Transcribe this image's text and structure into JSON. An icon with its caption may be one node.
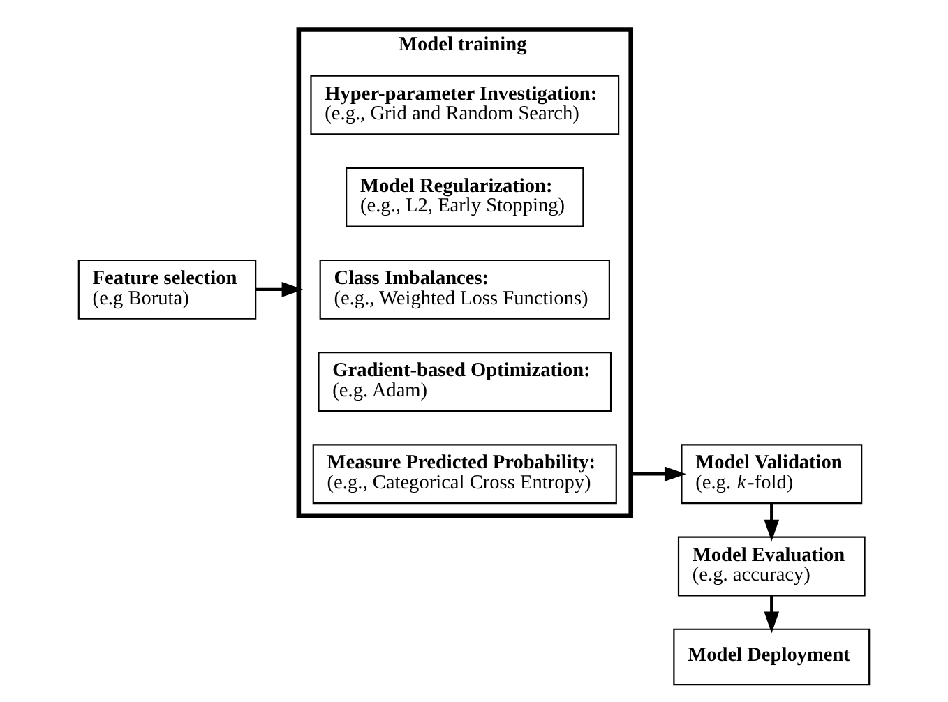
{
  "diagram": {
    "nodes": [
      {
        "text": [
          "Feature selection",
          "(e.g Boruta)"
        ]
      },
      {
        "text": [
          "Model training"
        ]
      },
      {
        "text": [
          "Measure Predicted Probability:",
          "(e.g., Categorical Cross Entropy)"
        ],
        "in": 1
      },
      {
        "text": [
          "Gradient-based Optimization:",
          "(e.g. Adam)"
        ],
        "in": 1
      },
      {
        "text": [
          "Class Imbalances:",
          "(e.g., Weighted Loss Functions)"
        ],
        "in": 1
      },
      {
        "text": [
          "Model Regularization:",
          "(e.g., L2, Early Stopping)"
        ],
        "in": 1
      },
      {
        "text": [
          "Hyper-parameter Investigation:",
          "(e.g., Grid and Random Search)"
        ],
        "in": 1
      },
      {
        "text": [
          "Model Validation",
          "(e.g. *k*-fold)"
        ]
      },
      {
        "text": [
          "Model Evaluation",
          "(e.g. accuracy)"
        ]
      },
      {
        "text": [
          "Model Deployment"
        ]
      }
    ],
    "edges": [
      {
        "from": 0,
        "to": 1,
        "arrow": "to"
      },
      {
        "from": 1,
        "to": 7,
        "arrow": "to"
      },
      {
        "from": 7,
        "to": 8,
        "arrow": "to"
      },
      {
        "from": 8,
        "to": 9,
        "arrow": "to"
      }
    ]
  }
}
